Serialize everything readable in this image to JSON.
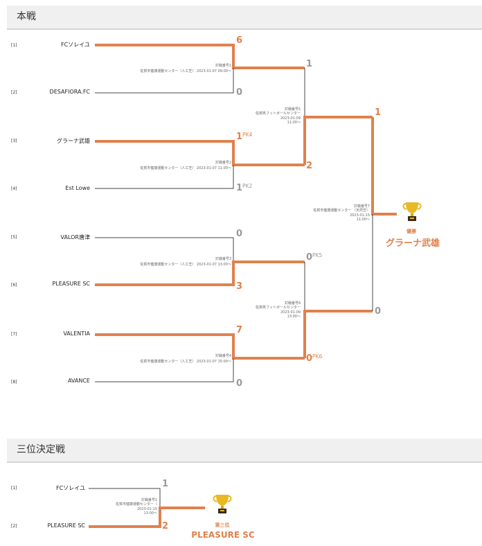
{
  "main": {
    "header": "本戦",
    "teams": [
      {
        "seed": "[1]",
        "name": "FCソレイユ"
      },
      {
        "seed": "[2]",
        "name": "DESAFIORA.FC"
      },
      {
        "seed": "[3]",
        "name": "グラーナ武雄"
      },
      {
        "seed": "[4]",
        "name": "Est Lowe"
      },
      {
        "seed": "[5]",
        "name": "VALOR唐津"
      },
      {
        "seed": "[6]",
        "name": "PLEASURE SC"
      },
      {
        "seed": "[7]",
        "name": "VALENTIA"
      },
      {
        "seed": "[8]",
        "name": "AVANCE"
      }
    ],
    "r1_scores": [
      {
        "score": "6",
        "pk": ""
      },
      {
        "score": "0",
        "pk": ""
      },
      {
        "score": "1",
        "pk": "PK4"
      },
      {
        "score": "1",
        "pk": "PK2"
      },
      {
        "score": "0",
        "pk": ""
      },
      {
        "score": "3",
        "pk": ""
      },
      {
        "score": "7",
        "pk": ""
      },
      {
        "score": "0",
        "pk": ""
      }
    ],
    "r2_scores": [
      {
        "score": "1",
        "pk": ""
      },
      {
        "score": "2",
        "pk": ""
      },
      {
        "score": "0",
        "pk": "PK5"
      },
      {
        "score": "0",
        "pk": "PK6"
      }
    ],
    "r3_scores": [
      {
        "score": "1",
        "pk": ""
      },
      {
        "score": "0",
        "pk": ""
      }
    ],
    "matches": {
      "m1": [
        "対戦番号1",
        "佐賀市健康運動センター（人工芝） 2023-01-07 09:00〜"
      ],
      "m2": [
        "対戦番号2",
        "佐賀市健康運動センター（人工芝） 2023-01-07 11:00〜"
      ],
      "m3": [
        "対戦番号3",
        "佐賀市健康運動センター（人工芝） 2023-01-07 13:00〜"
      ],
      "m4": [
        "対戦番号4",
        "佐賀市健康運動センター（人工芝） 2023-01-07 15:00〜"
      ],
      "m5": [
        "対戦番号5",
        "佐賀県フットボールセンター",
        "2023-01-09",
        "11:00〜"
      ],
      "m6": [
        "対戦番号6",
        "佐賀県フットボールセンター",
        "2023-01-09",
        "13:00〜"
      ],
      "m7": [
        "対戦番号7",
        "佐賀市健康運動センター （天然芝）",
        "2023-01-15",
        "11:00〜"
      ]
    },
    "champion_label": "優勝",
    "champion_name": "グラーナ武雄"
  },
  "third": {
    "header": "三位決定戦",
    "teams": [
      {
        "seed": "[1]",
        "name": "FCソレイユ"
      },
      {
        "seed": "[2]",
        "name": "PLEASURE SC"
      }
    ],
    "scores": [
      {
        "score": "1",
        "pk": ""
      },
      {
        "score": "2",
        "pk": ""
      }
    ],
    "match": [
      "対戦番号1",
      "佐賀市健康運動センター（",
      "2023-01-15",
      "13:00〜"
    ],
    "winner_label": "第三位",
    "winner_name": "PLEASURE SC"
  },
  "colors": {
    "accent": "#e0814d",
    "loser": "#444444",
    "gray_score": "#999999",
    "trophy_gold": "#e8b923"
  }
}
